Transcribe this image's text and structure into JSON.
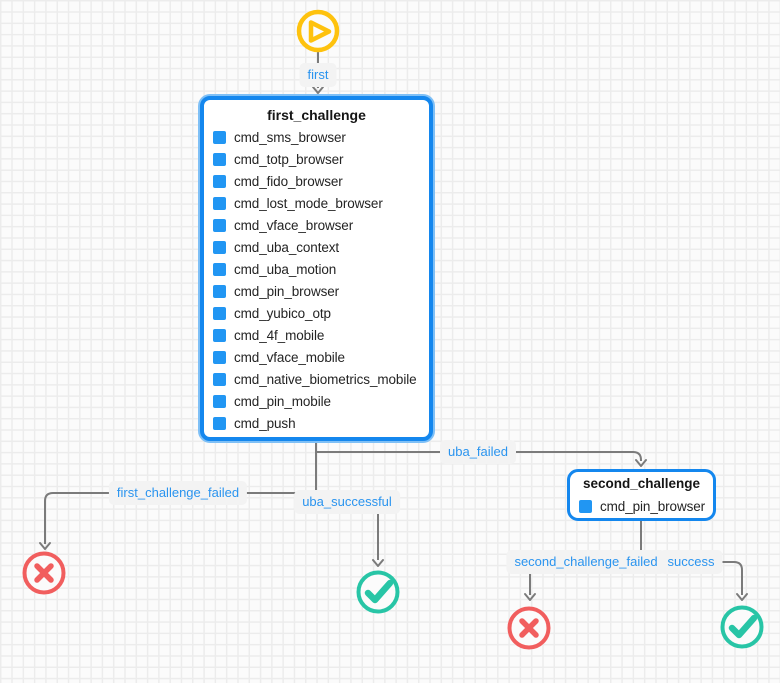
{
  "diagram": {
    "start_label": "first",
    "nodes": {
      "first_challenge": {
        "title": "first_challenge",
        "commands": [
          "cmd_sms_browser",
          "cmd_totp_browser",
          "cmd_fido_browser",
          "cmd_lost_mode_browser",
          "cmd_vface_browser",
          "cmd_uba_context",
          "cmd_uba_motion",
          "cmd_pin_browser",
          "cmd_yubico_otp",
          "cmd_4f_mobile",
          "cmd_vface_mobile",
          "cmd_native_biometrics_mobile",
          "cmd_pin_mobile",
          "cmd_push"
        ]
      },
      "second_challenge": {
        "title": "second_challenge",
        "commands": [
          "cmd_pin_browser"
        ]
      }
    },
    "edge_labels": {
      "first": "first",
      "uba_failed": "uba_failed",
      "first_challenge_failed": "first_challenge_failed",
      "uba_successful": "uba_successful",
      "second_challenge_failed": "second_challenge_failed",
      "success": "success"
    },
    "icons": {
      "start": "play-circle-icon",
      "failure": "x-circle-icon",
      "success": "check-circle-icon",
      "command": "blue-square-icon"
    },
    "colors": {
      "accent_blue": "#1487ee",
      "command_square_blue": "#2196f3",
      "edge_gray": "#7b7b7b",
      "start_yellow": "#fec20e",
      "failure_red": "#f15e5e",
      "success_teal": "#28c5a6",
      "label_text_blue": "#2a94ef",
      "label_background": "#f3f3f3",
      "grid_line": "#ececec"
    }
  }
}
